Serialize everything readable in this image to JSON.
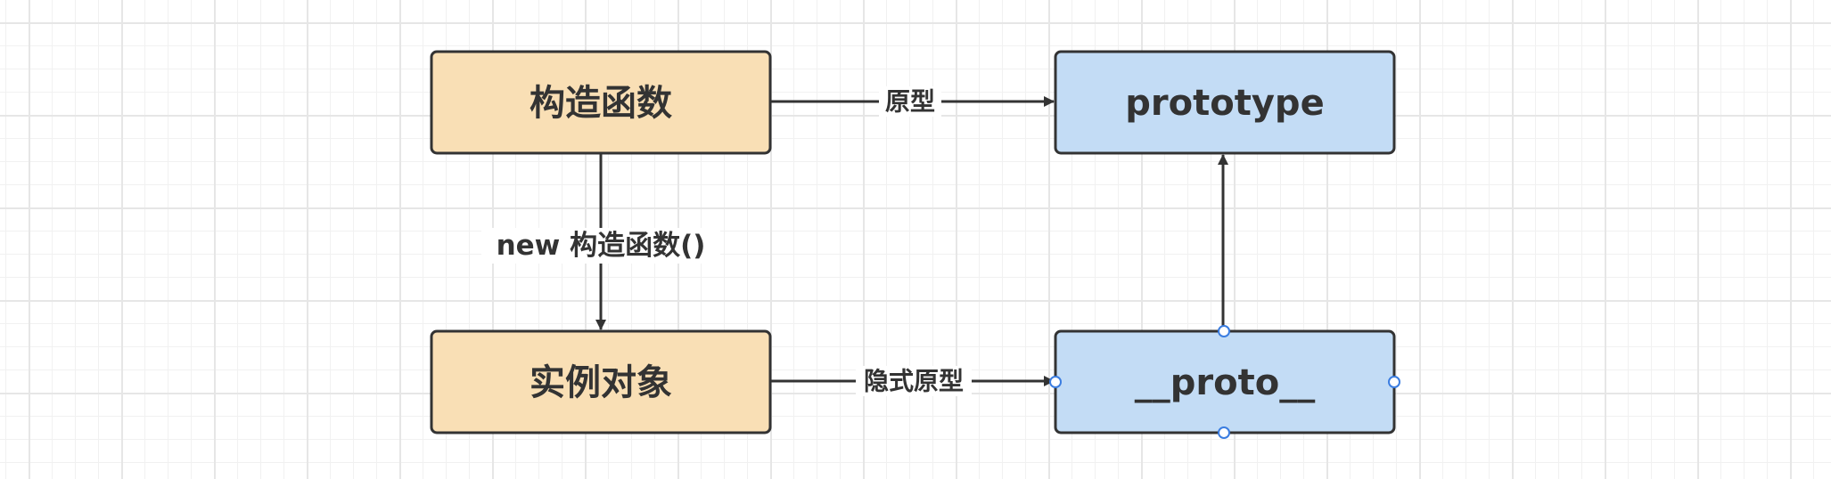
{
  "nodes": {
    "constructor": {
      "label": "构造函数"
    },
    "prototype": {
      "label": "prototype"
    },
    "instance": {
      "label": "实例对象"
    },
    "proto": {
      "label": "__proto__"
    }
  },
  "edges": {
    "constructor_to_prototype": {
      "label": "原型"
    },
    "constructor_to_instance": {
      "label": "new 构造函数()"
    },
    "instance_to_proto": {
      "label": "隐式原型"
    },
    "proto_to_prototype": {
      "label": ""
    }
  },
  "colors": {
    "orange_fill": "#f9dfb5",
    "blue_fill": "#c3dcf5",
    "stroke": "#333333",
    "selection_handle": "#3b7de0"
  }
}
